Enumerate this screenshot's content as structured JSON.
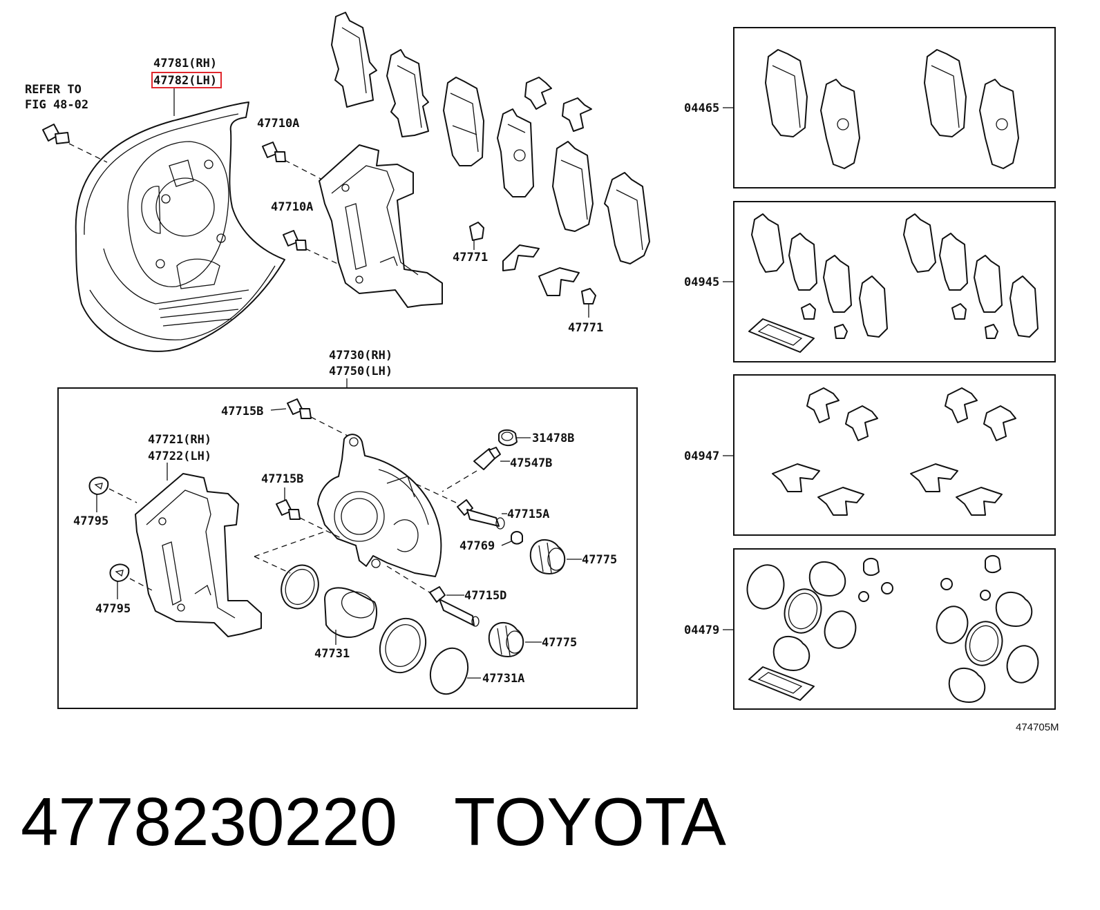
{
  "callouts": {
    "refer_line1": "REFER TO",
    "refer_line2": "FIG 48-02",
    "p47781": "47781(RH)",
    "p47782": "47782(LH)",
    "p47710a_1": "47710A",
    "p47710a_2": "47710A",
    "p47771_1": "47771",
    "p47771_2": "47771",
    "p47730": "47730(RH)",
    "p47750": "47750(LH)",
    "p47715b_1": "47715B",
    "p47715b_2": "47715B",
    "p31478b": "31478B",
    "p47547b": "47547B",
    "p47721": "47721(RH)",
    "p47722": "47722(LH)",
    "p47715a": "47715A",
    "p47795_1": "47795",
    "p47795_2": "47795",
    "p47769": "47769",
    "p47775_1": "47775",
    "p47775_2": "47775",
    "p47715d": "47715D",
    "p47731": "47731",
    "p47731a": "47731A"
  },
  "kits": {
    "k04465": "04465",
    "k04945": "04945",
    "k04947": "04947",
    "k04479": "04479"
  },
  "figure_id": "474705M",
  "highlight_color": "#e0262c",
  "caption": {
    "part_number": "4778230220",
    "brand": "TOYOTA"
  }
}
